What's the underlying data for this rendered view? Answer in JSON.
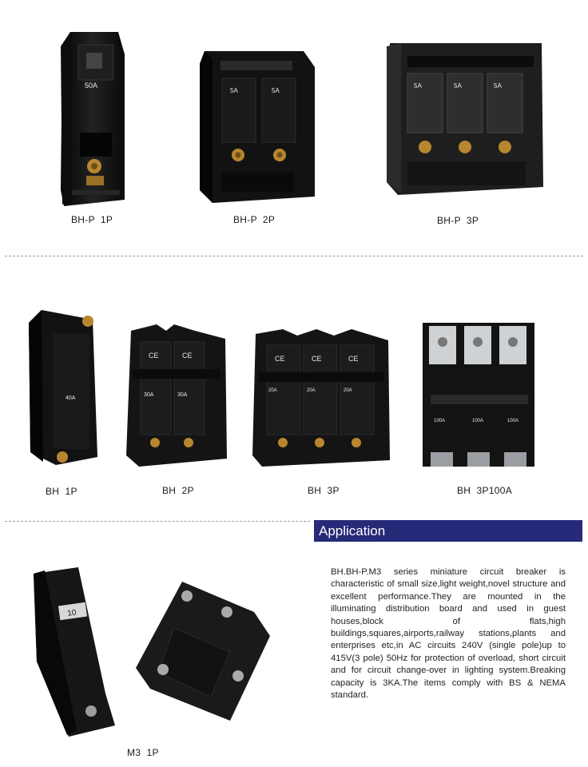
{
  "row1": {
    "products": [
      {
        "caption": "BH-P  1P",
        "ratings": [
          "50A"
        ]
      },
      {
        "caption": "BH-P  2P",
        "ratings": [
          "5A",
          "5A"
        ]
      },
      {
        "caption": "BH-P  3P",
        "ratings": [
          "5A",
          "5A",
          "5A"
        ]
      }
    ]
  },
  "row2": {
    "products": [
      {
        "caption": "BH  1P",
        "ratings": [
          "40A"
        ]
      },
      {
        "caption": "BH  2P",
        "ratings": [
          "30A",
          "30A"
        ],
        "marks": [
          "CE",
          "CE"
        ]
      },
      {
        "caption": "BH  3P",
        "ratings": [
          "20A",
          "20A",
          "20A"
        ],
        "marks": [
          "CE",
          "CE",
          "CE"
        ]
      },
      {
        "caption": "BH  3P100A",
        "ratings": [
          "100A",
          "100A",
          "100A"
        ]
      }
    ]
  },
  "row3": {
    "products": [
      {
        "caption": "M3  1P",
        "ratings": [
          "10"
        ]
      }
    ]
  },
  "application": {
    "title": "Application",
    "body": "BH.BH-P.M3 series miniature circuit breaker is characteristic of small size,light weight,novel structure and excellent performance.They are mounted in the illuminating distribution board and used in guest houses,block of flats,high buildings,squares,airports,railway stations,plants and enterprises etc,in AC circuits 240V (single pole)up to 415V(3 pole) 50Hz for protection of overload, short circuit and for circuit change-over in lighting system.Breaking capacity is 3KA.The items comply with BS & NEMA standard."
  },
  "colors": {
    "header_bg": "#262a78",
    "header_text": "#ffffff",
    "breaker_body": "#161616",
    "terminal_brass": "#b8862f"
  }
}
